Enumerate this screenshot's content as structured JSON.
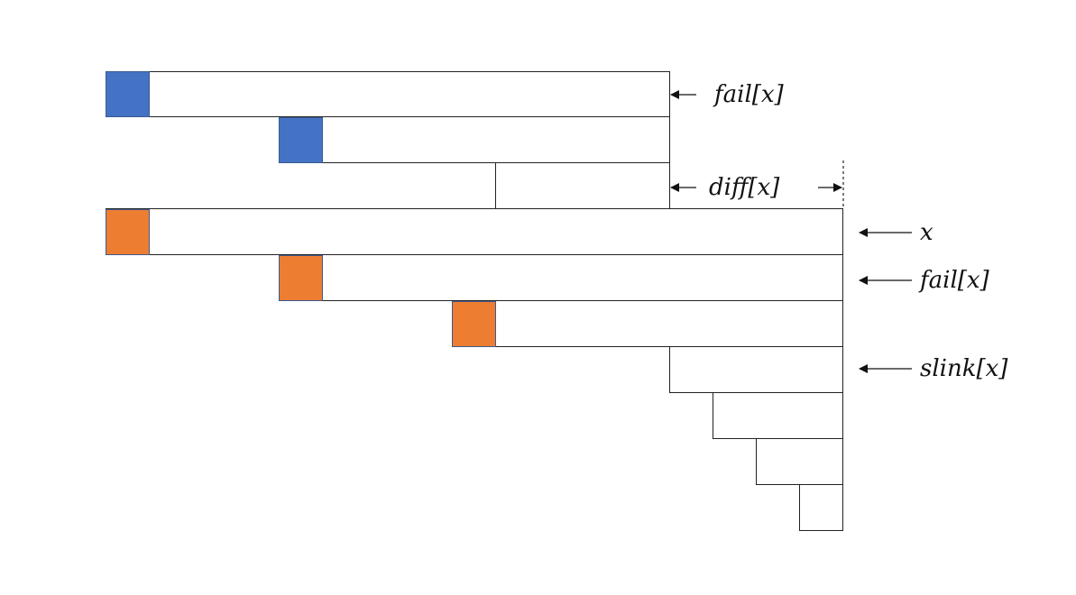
{
  "colors": {
    "blue": "#4472C4",
    "orange": "#ED7D31",
    "line": "#222222"
  },
  "labels": {
    "fail_top": "fail[x]",
    "diff": "diff[x]",
    "x": "x",
    "fail_mid": "fail[x]",
    "slink": "slink[x]"
  }
}
